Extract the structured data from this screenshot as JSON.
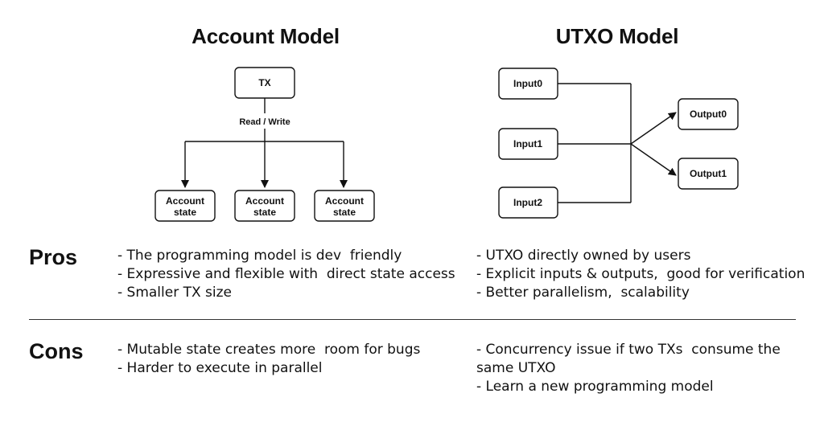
{
  "account_model": {
    "title": "Account Model",
    "tx_label": "TX",
    "edge_label": "Read / Write",
    "states": [
      {
        "line1": "Account",
        "line2": "state"
      },
      {
        "line1": "Account",
        "line2": "state"
      },
      {
        "line1": "Account",
        "line2": "state"
      }
    ]
  },
  "utxo_model": {
    "title": "UTXO Model",
    "inputs": [
      "Input0",
      "Input1",
      "Input2"
    ],
    "outputs": [
      "Output0",
      "Output1"
    ]
  },
  "pros": {
    "label": "Pros",
    "account": [
      "- The programming model is dev  friendly",
      "- Expressive and flexible with  direct state access",
      "- Smaller TX size"
    ],
    "utxo": [
      "- UTXO directly owned by users",
      "- Explicit inputs & outputs,  good for verification",
      "- Better parallelism,  scalability"
    ]
  },
  "cons": {
    "label": "Cons",
    "account": [
      "- Mutable state creates more  room for bugs",
      "- Harder to execute in parallel"
    ],
    "utxo": [
      "- Concurrency issue if two TXs  consume the",
      "same UTXO",
      "- Learn a new programming model"
    ]
  },
  "colors": {
    "stroke": "#111111",
    "text": "#111111",
    "background": "#ffffff"
  }
}
